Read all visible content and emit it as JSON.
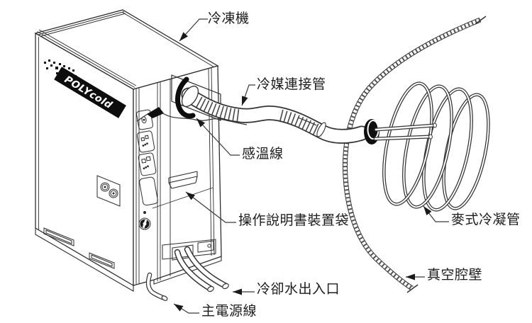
{
  "figure": {
    "machine_brand": "POLYcold",
    "labels": {
      "refrigerator": "冷凍機",
      "refrigerant_pipe": "冷媒連接管",
      "temperature_sensor_wire": "感溫線",
      "manual_pocket": "操作說明書裝置袋",
      "cooling_water_ports": "冷卻水出入口",
      "main_power_cord": "主電源線",
      "meissner_coil": "麥式冷凝管",
      "vacuum_chamber_wall": "真空腔壁"
    },
    "colors": {
      "line": "#2e2e2e",
      "text": "#1c1c1c",
      "background": "#ffffff",
      "logo_background": "#0d0d0d",
      "logo_text": "#ffffff"
    }
  }
}
